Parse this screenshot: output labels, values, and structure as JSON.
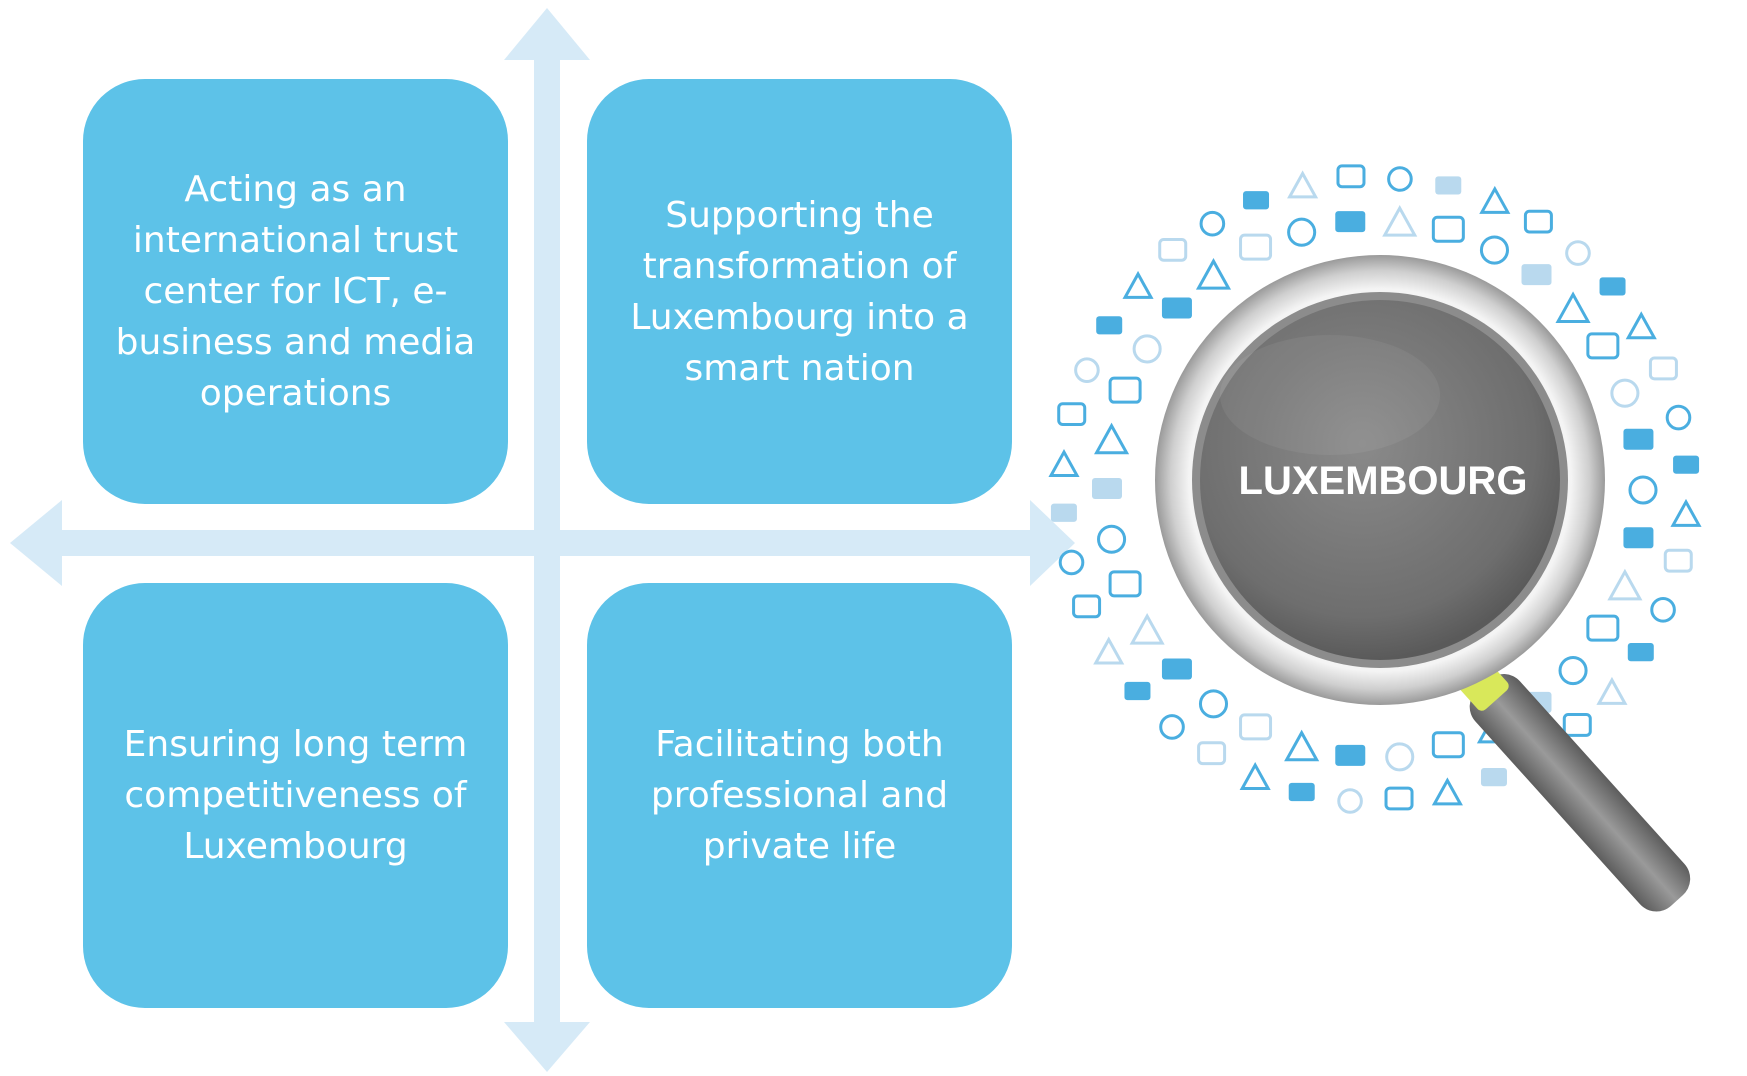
{
  "quadrants": {
    "top_left": "Acting as an international trust center for ICT, e-business and media operations",
    "top_right": "Supporting the transformation of Luxembourg into a smart nation",
    "bottom_left": "Ensuring long term competitiveness of Luxembourg",
    "bottom_right": "Facilitating both professional and private life"
  },
  "magnifier": {
    "label": "LUXEMBOURG",
    "icon_ring": [
      "camera-icon",
      "newspaper-icon",
      "database-icon",
      "chat-icon",
      "printer-icon",
      "megaphone-icon",
      "building-icon",
      "rocket-icon",
      "flask-icon",
      "bar-chart-icon",
      "checkmark-icon",
      "stopwatch-icon",
      "globe-icon",
      "thumbs-up-icon",
      "trash-icon",
      "shopping-cart-icon",
      "leaf-icon",
      "user-icon",
      "money-icon",
      "pie-chart-icon"
    ]
  },
  "colors": {
    "box_fill": "#5dc2e8",
    "axis_fill": "#d6eaf7",
    "icon_blue": "#4aaee0",
    "lens_gray": "#7a7a7a"
  }
}
